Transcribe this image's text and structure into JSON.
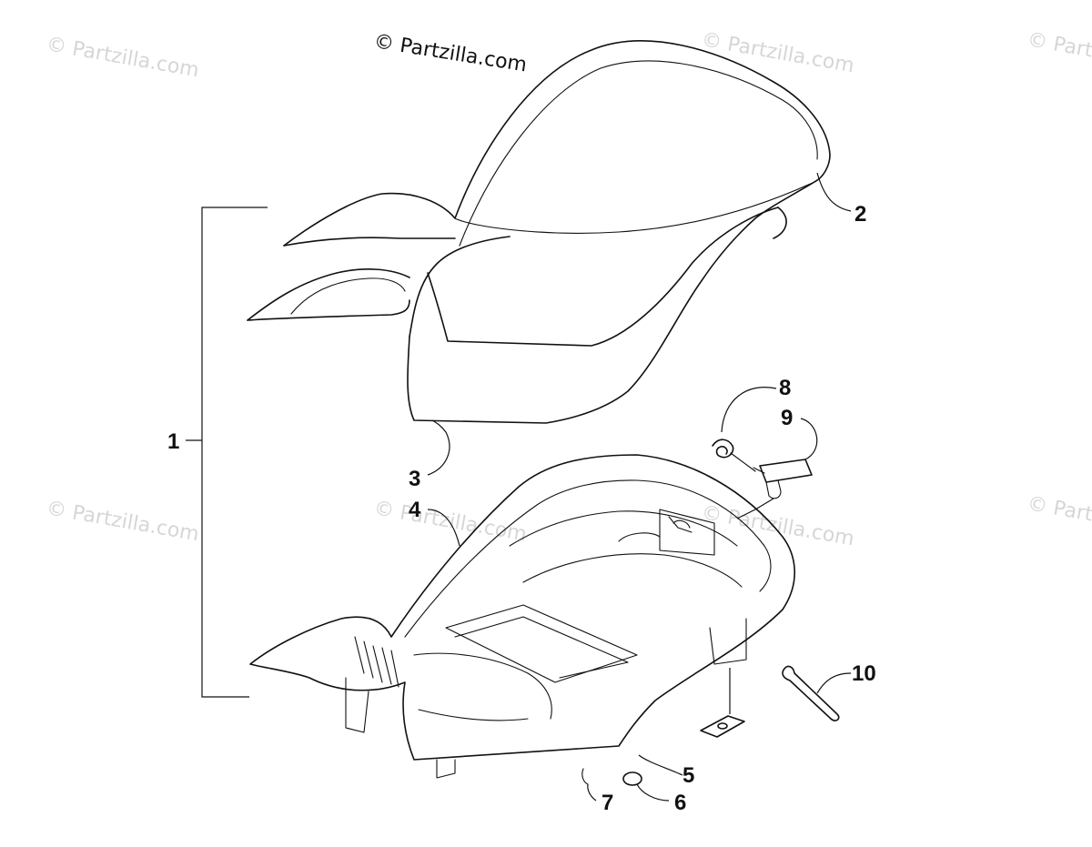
{
  "copyright_text": "© Partzilla.com",
  "watermark_text": "© Partzilla.com",
  "callouts": [
    "1",
    "2",
    "3",
    "4",
    "5",
    "6",
    "7",
    "8",
    "9",
    "10"
  ]
}
